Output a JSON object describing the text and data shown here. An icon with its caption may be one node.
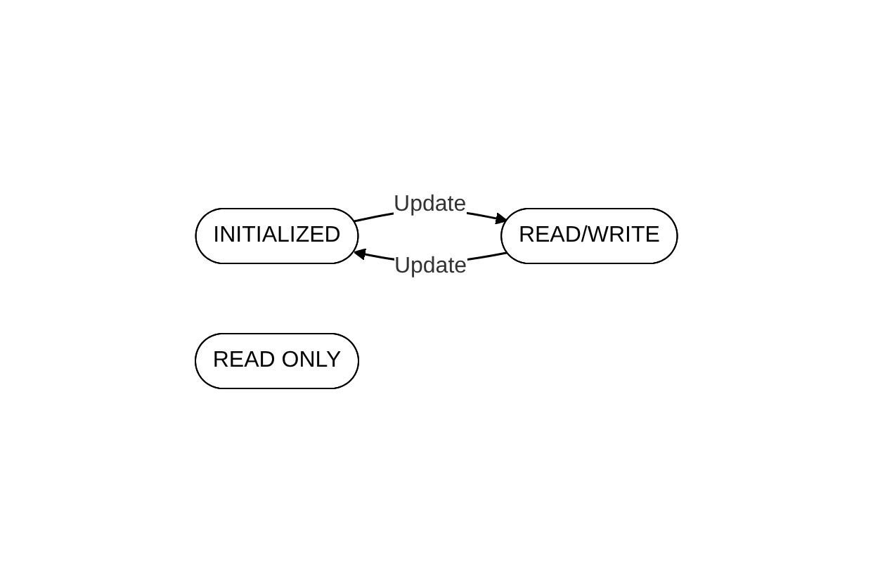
{
  "diagram": {
    "nodes": [
      {
        "text": [
          "INITIALIZED"
        ]
      },
      {
        "text": [
          "READ/WRITE"
        ]
      },
      {
        "text": [
          "READ ONLY"
        ]
      }
    ],
    "edges": [
      {
        "from": 0,
        "to": 1,
        "arrow": "to",
        "label": "Update"
      },
      {
        "from": 1,
        "to": 0,
        "arrow": "to",
        "label": "Update"
      }
    ]
  }
}
